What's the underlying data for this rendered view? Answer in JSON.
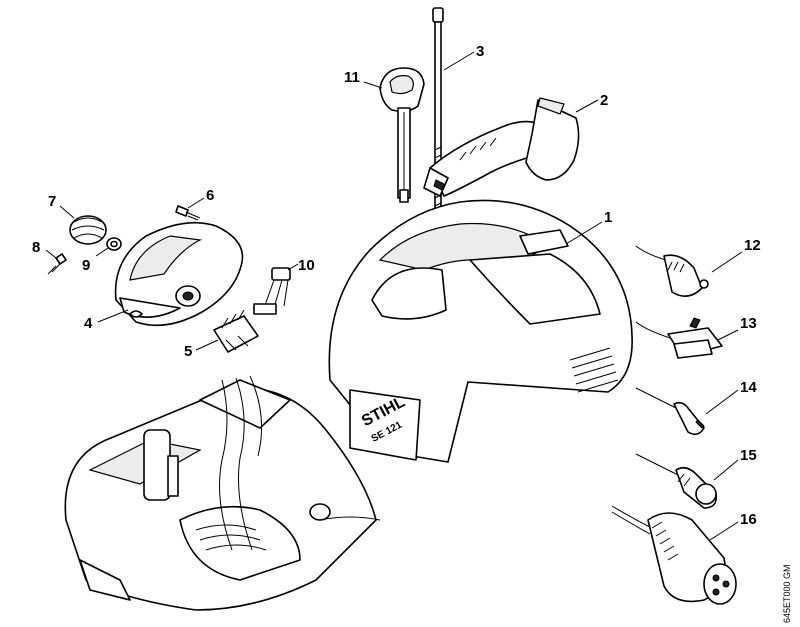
{
  "diagram": {
    "callouts": {
      "c1": "1",
      "c2": "2",
      "c3": "3",
      "c4": "4",
      "c5": "5",
      "c6": "6",
      "c7": "7",
      "c8": "8",
      "c9": "9",
      "c10": "10",
      "c11": "11",
      "c12": "12",
      "c13": "13",
      "c14": "14",
      "c15": "15",
      "c16": "16"
    },
    "housing_brand": "STIHL",
    "housing_model": "SE 121",
    "document_code": "645ET000 GM"
  }
}
